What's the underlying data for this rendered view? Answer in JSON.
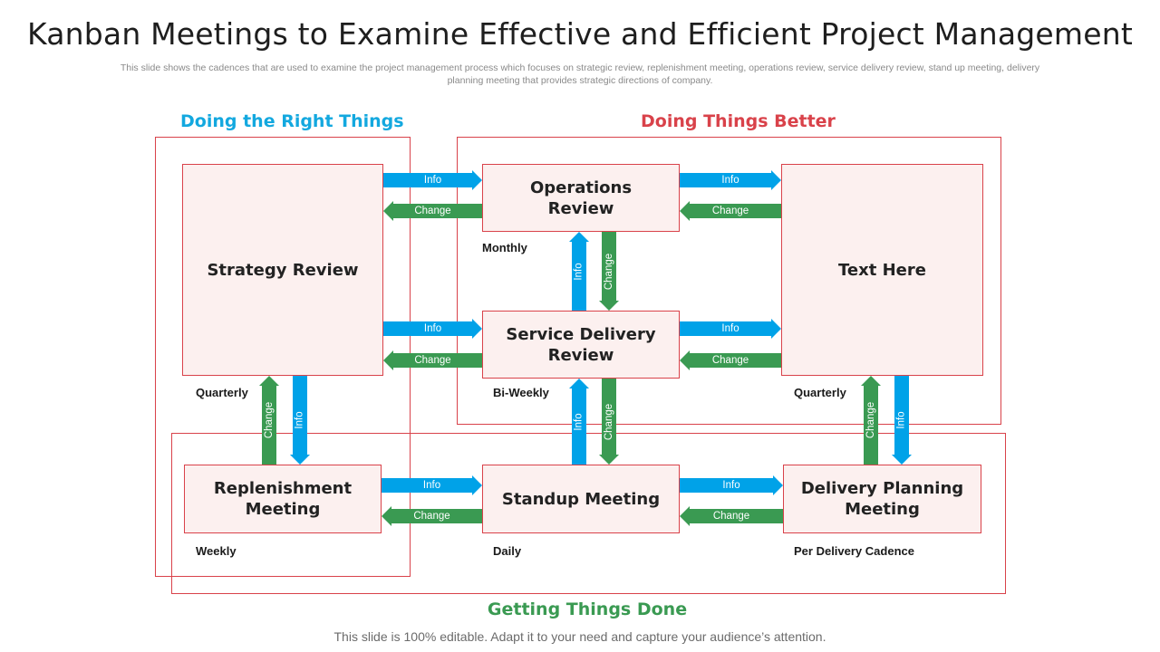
{
  "title": "Kanban Meetings to Examine Effective and Efficient Project Management",
  "subtitle": "This slide shows the cadences that are used to examine the project management process which focuses on strategic review, replenishment meeting, operations review, service delivery review, stand up meeting, delivery planning meeting that provides strategic directions of company.",
  "footer": "This slide is 100% editable. Adapt it to your need and capture your audience’s attention.",
  "colors": {
    "info": "#00a2e8",
    "change": "#3a9a52",
    "border": "#d9424a",
    "box_fill": "#fcf0ef",
    "heading_blue": "#13a8df",
    "heading_red": "#d9424a",
    "heading_green": "#3a9a52"
  },
  "sections": {
    "right_things": "Doing the Right Things",
    "better": "Doing Things Better",
    "done": "Getting Things Done"
  },
  "nodes": {
    "strategy_review": "Strategy Review",
    "operations_review": "Operations\nReview",
    "text_here": "Text Here",
    "service_delivery_review": "Service Delivery\nReview",
    "replenishment_meeting": "Replenishment\nMeeting",
    "standup_meeting": "Standup Meeting",
    "delivery_planning_meeting": "Delivery Planning\nMeeting"
  },
  "frequencies": {
    "monthly": "Monthly",
    "quarterly_left": "Quarterly",
    "bi_weekly": "Bi-Weekly",
    "quarterly_right": "Quarterly",
    "weekly": "Weekly",
    "daily": "Daily",
    "per_delivery_cadence": "Per Delivery Cadence"
  },
  "arrow_labels": {
    "info": "Info",
    "change": "Change"
  }
}
